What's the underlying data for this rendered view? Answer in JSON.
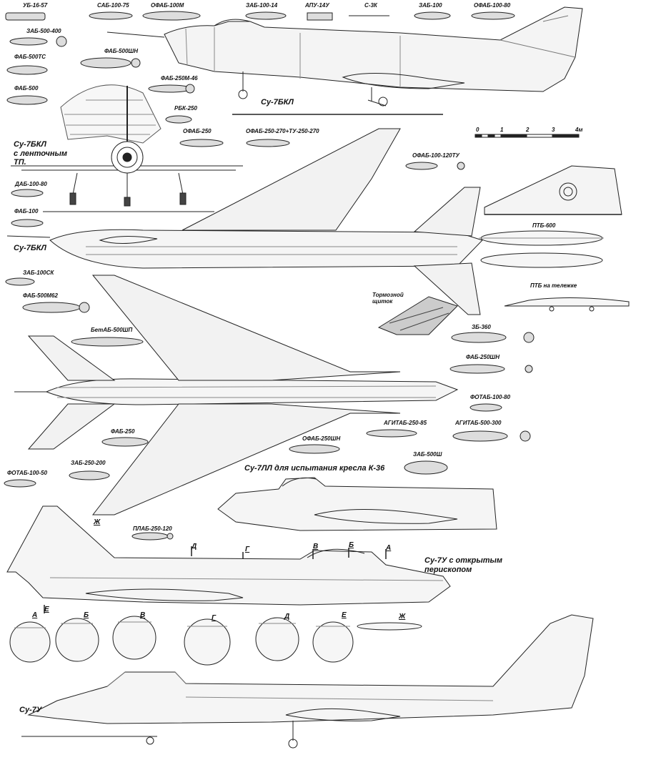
{
  "aircraft": {
    "top_side": "Су-7БКЛ",
    "front": "Су-7БКЛ\nс ленточным\nТП.",
    "plan": "Су-7БКЛ",
    "test_side": "Су-7ЛЛ  для испытания кресла К-36",
    "trainer_open": "Су-7У с открытым\nперископом",
    "trainer": "Су-7У"
  },
  "scale": {
    "ticks": [
      "0",
      "1",
      "2",
      "3",
      "4м"
    ]
  },
  "details": {
    "airbrake": "Тормозной\nщиток",
    "ptb600": "ПТБ-600",
    "ptb_cart": "ПТБ на тележке",
    "sections": [
      "А",
      "Б",
      "В",
      "Г",
      "Д",
      "Е",
      "Ж"
    ],
    "section_marks": [
      "Д",
      "Г",
      "В",
      "Б",
      "А",
      "Е",
      "Ж"
    ]
  },
  "weapons": {
    "ub": "УБ-16-57",
    "sab": "САБ-100-75",
    "ofab100m": "ОФАБ-100М",
    "zab100_14": "ЗАБ-100-14",
    "apu": "АПУ-14У",
    "s3k": "С-3К",
    "zab100": "ЗАБ-100",
    "ofab100_80": "ОФАБ-100-80",
    "zab500_400": "ЗАБ-500-400",
    "fab500ts": "ФАБ-500ТС",
    "fab500sh": "ФАБ-500ШН",
    "fab250m46": "ФАБ-250М-46",
    "fab500": "ФАБ-500",
    "rbk": "РБК-250",
    "ofab250": "ОФАБ-250",
    "ofab250_270": "ОФАБ-250-270+ТУ-250-270",
    "ofab100_120": "ОФАБ-100-120ТУ",
    "dab": "ДАБ-100-80",
    "fab100": "ФАБ-100",
    "zab100sk": "ЗАБ-100СК",
    "fab500m62": "ФАБ-500М62",
    "betab": "БетАБ-500ШП",
    "zb360": "ЗБ-360",
    "fab250shn": "ФАБ-250ШН",
    "fotab100": "ФОТАБ-100-80",
    "agitab250": "АГИТАБ-250-85",
    "agitab500": "АГИТАБ-500-300",
    "fab250": "ФАБ-250",
    "ofab250shn": "ОФАБ-250ШН",
    "zab500sh": "ЗАБ-500Ш",
    "zab250": "ЗАБ-250-200",
    "fotab100_50": "ФОТАБ-100-50",
    "plab": "ПЛАБ-250-120"
  }
}
